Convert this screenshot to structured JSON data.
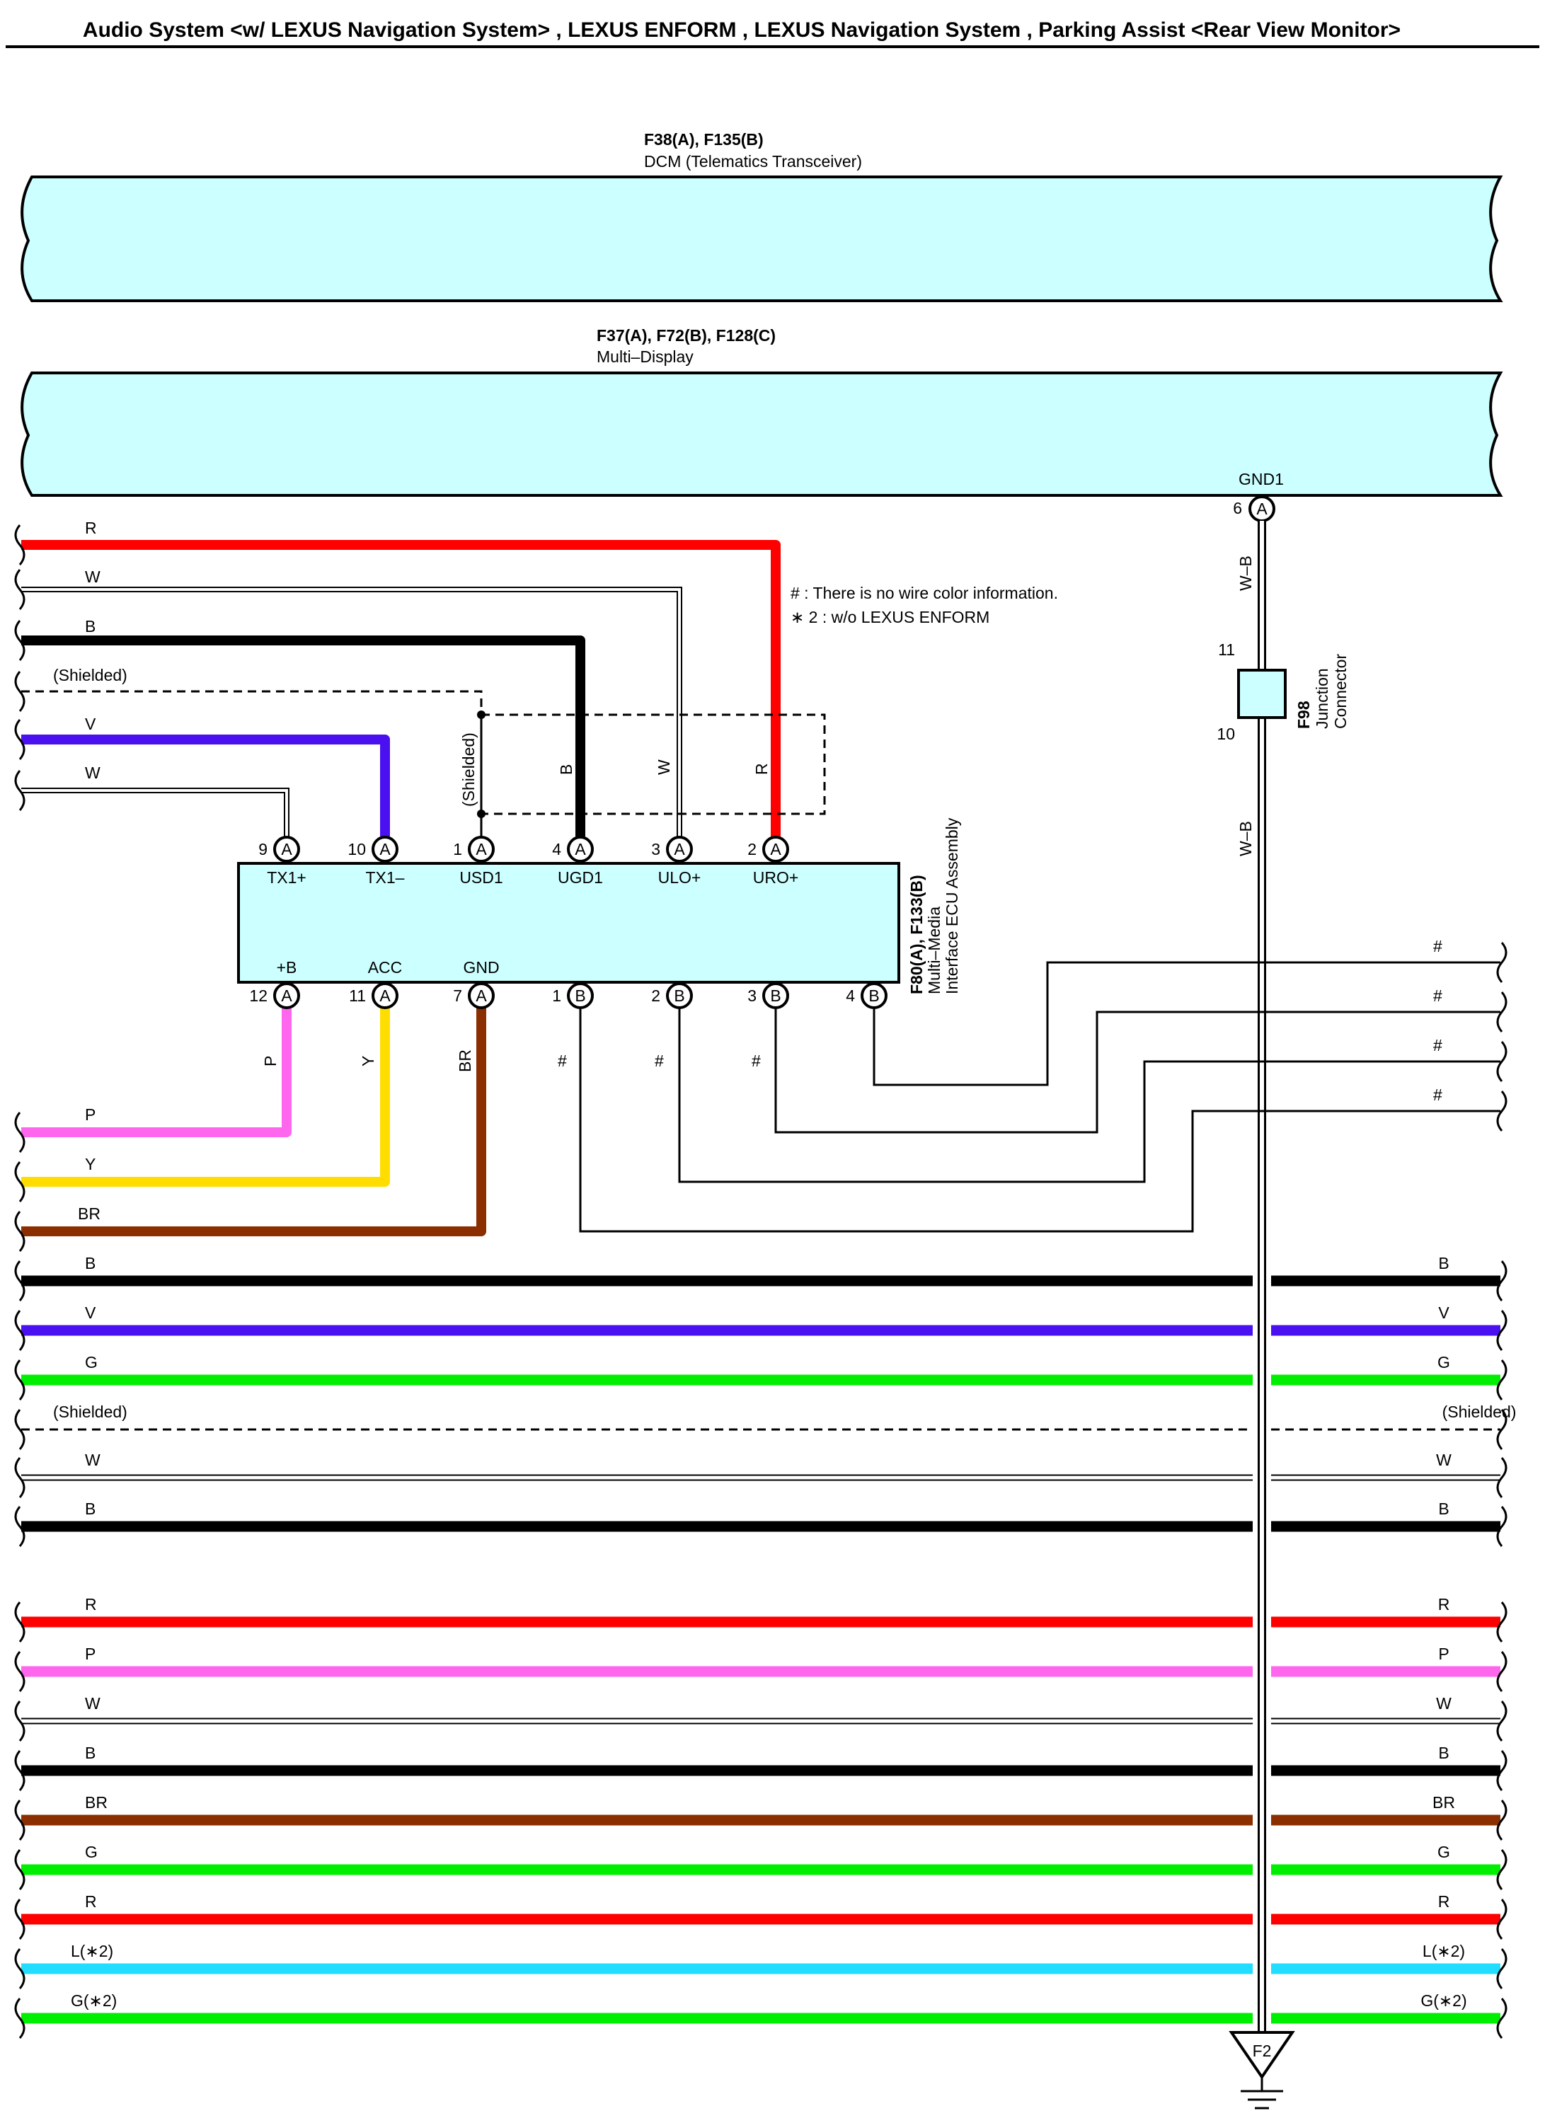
{
  "header": {
    "title": "Audio System <w/ LEXUS Navigation System> , LEXUS ENFORM , LEXUS Navigation System , Parking Assist <Rear View Monitor>"
  },
  "dcm": {
    "connector": "F38(A), F135(B)",
    "name": "DCM (Telematics Transceiver)"
  },
  "multi_display": {
    "connector": "F37(A), F72(B), F128(C)",
    "name": "Multi–Display",
    "gnd_label": "GND1",
    "gnd_pin": "6",
    "gnd_conn": "A"
  },
  "notes": {
    "hash": "# : There is no wire color information.",
    "star2": "∗ 2 : w/o LEXUS ENFORM"
  },
  "junction": {
    "code": "F98",
    "name_line1": "Junction",
    "name_line2": "Connector",
    "pin_top": "11",
    "pin_bottom": "10",
    "wire_upper": "W–B",
    "wire_lower": "W–B"
  },
  "ecu": {
    "code": "F80(A), F133(B)",
    "name_line1": "Multi–Media",
    "name_line2": "Interface ECU Assembly",
    "top_pins": [
      {
        "num": "9",
        "conn": "A",
        "name": "TX1+"
      },
      {
        "num": "10",
        "conn": "A",
        "name": "TX1–"
      },
      {
        "num": "1",
        "conn": "A",
        "name": "USD1"
      },
      {
        "num": "4",
        "conn": "A",
        "name": "UGD1"
      },
      {
        "num": "3",
        "conn": "A",
        "name": "ULO+"
      },
      {
        "num": "2",
        "conn": "A",
        "name": "URO+"
      }
    ],
    "bottom_pins": [
      {
        "num": "12",
        "conn": "A",
        "name": "+B"
      },
      {
        "num": "11",
        "conn": "A",
        "name": "ACC"
      },
      {
        "num": "7",
        "conn": "A",
        "name": "GND"
      },
      {
        "num": "1",
        "conn": "B",
        "name": ""
      },
      {
        "num": "2",
        "conn": "B",
        "name": ""
      },
      {
        "num": "3",
        "conn": "B",
        "name": ""
      },
      {
        "num": "4",
        "conn": "B",
        "name": ""
      }
    ],
    "shield_labels": [
      "(Shielded)",
      "B",
      "W",
      "R"
    ],
    "bottom_wire_labels": [
      "P",
      "Y",
      "BR",
      "#",
      "#",
      "#"
    ]
  },
  "left_wires": [
    "R",
    "W",
    "B",
    "(Shielded)",
    "V",
    "W"
  ],
  "lower_left_wires": [
    "P",
    "Y",
    "BR"
  ],
  "right_hash_labels": [
    "#",
    "#",
    "#",
    "#"
  ],
  "through_wires": [
    {
      "label": "B",
      "color": "#000000"
    },
    {
      "label": "V",
      "color": "#4b10f0"
    },
    {
      "label": "G",
      "color": "#00ee00"
    },
    {
      "label": "(Shielded)",
      "color": "shield"
    },
    {
      "label": "W",
      "color": "white"
    },
    {
      "label": "B",
      "color": "#000000"
    },
    {
      "label": "R",
      "color": "#ff0000"
    },
    {
      "label": "P",
      "color": "#ff66ee"
    },
    {
      "label": "W",
      "color": "white"
    },
    {
      "label": "B",
      "color": "#000000"
    },
    {
      "label": "BR",
      "color": "#8b2f00"
    },
    {
      "label": "G",
      "color": "#00ee00"
    },
    {
      "label": "R",
      "color": "#ff0000"
    },
    {
      "label": "L(∗2)",
      "color": "#22ddff"
    },
    {
      "label": "G(∗2)",
      "color": "#00ee00"
    }
  ],
  "ground": {
    "label": "F2"
  },
  "colors": {
    "component_fill": "#ccffff",
    "red": "#ff0000",
    "black": "#000000",
    "violet": "#4b10f0",
    "pink": "#ff66ee",
    "yellow": "#ffdd00",
    "brown": "#8b2f00",
    "green": "#00ee00",
    "light_blue": "#22ddff"
  }
}
